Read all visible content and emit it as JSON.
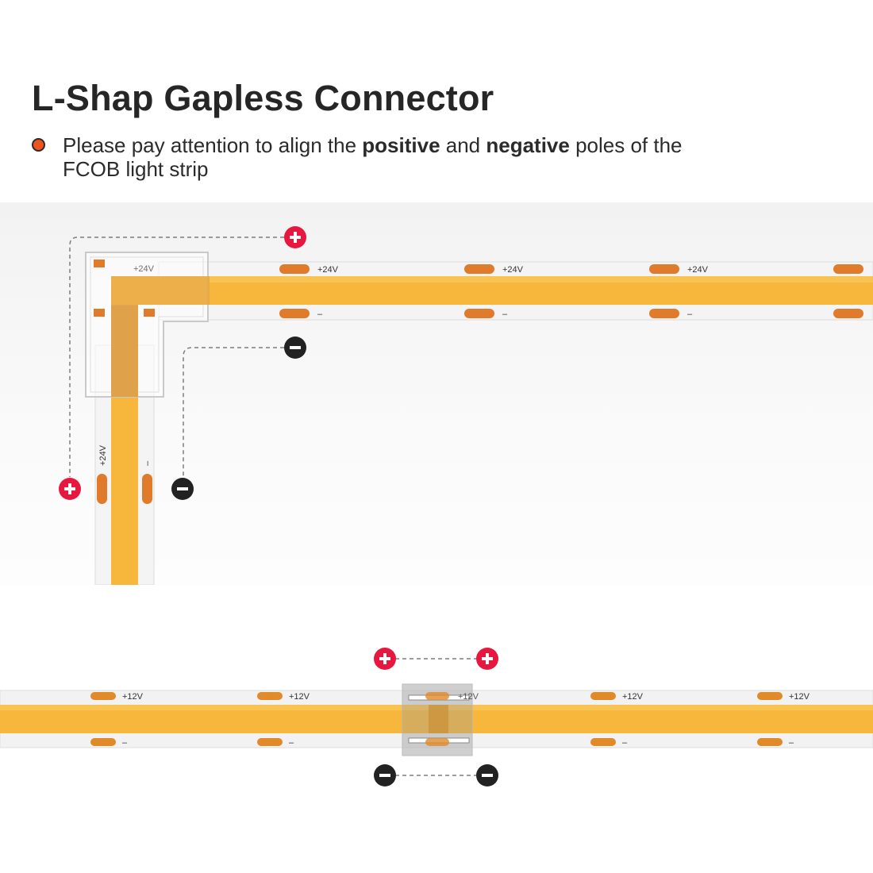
{
  "title": "L-Shap Gapless Connector",
  "bullet": {
    "part1": "Please pay attention to align the ",
    "positive": "positive",
    "part2": " and ",
    "negative": "negative",
    "part3": " poles of the FCOB light strip"
  },
  "top_strip": {
    "positive_label": "+24V",
    "negative_label": "–"
  },
  "bottom_strip": {
    "positive_label": "+12V",
    "negative_label": "–"
  },
  "colors": {
    "strip_yellow": "#f6b73c",
    "pad_orange": "#e07b2c",
    "plus_red": "#e8173f",
    "minus_black": "#222222",
    "bullet_orange": "#f0541e"
  },
  "icons": {
    "plus": "plus-circle-icon",
    "minus": "minus-circle-icon"
  }
}
